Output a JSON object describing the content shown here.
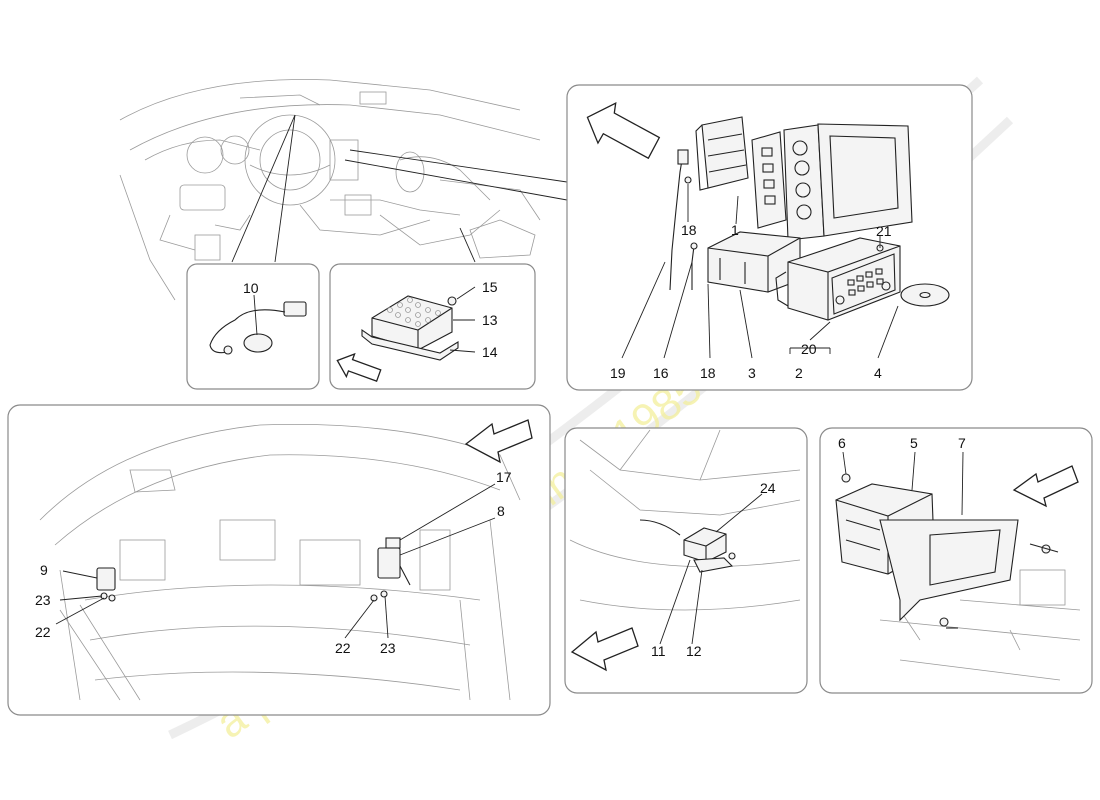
{
  "watermark": {
    "tagline": "a passion for parts since 1985"
  },
  "callouts": {
    "c1": "1",
    "c2": "2",
    "c3": "3",
    "c4": "4",
    "c5": "5",
    "c6": "6",
    "c7": "7",
    "c8": "8",
    "c9": "9",
    "c10": "10",
    "c11": "11",
    "c12": "12",
    "c13": "13",
    "c14": "14",
    "c15": "15",
    "c16": "16",
    "c17": "17",
    "c18a": "18",
    "c18b": "18",
    "c19": "19",
    "c20": "20",
    "c21": "21",
    "c22a": "22",
    "c22b": "22",
    "c23a": "23",
    "c23b": "23",
    "c24": "24"
  },
  "icons": {
    "direction_arrow": "direction-arrow-icon"
  }
}
